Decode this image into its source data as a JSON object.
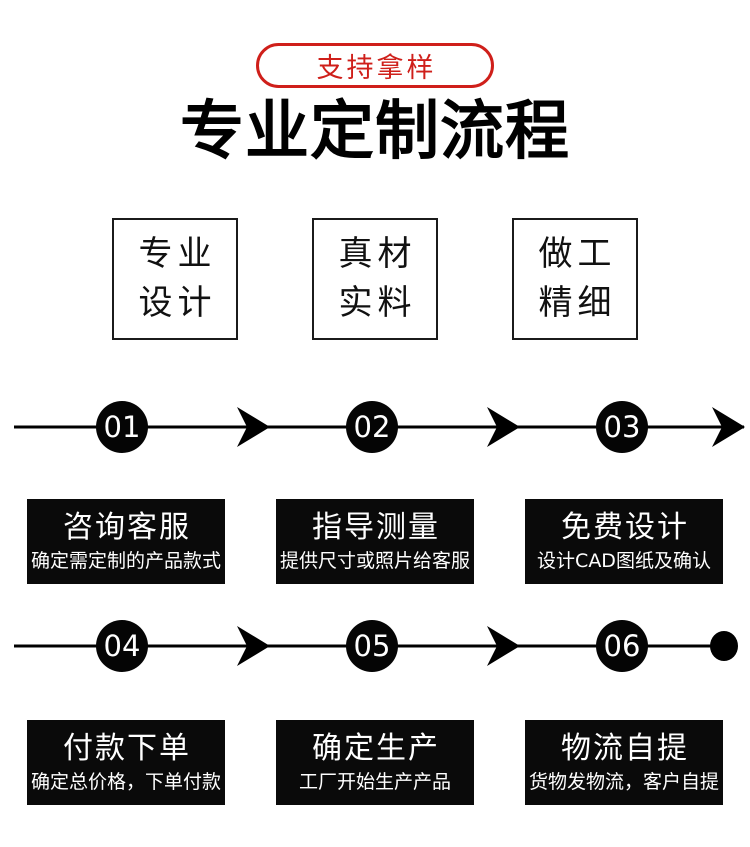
{
  "badge": {
    "label": "支持拿样"
  },
  "title": "专业定制流程",
  "features": [
    {
      "line1": "专业",
      "line2": "设计"
    },
    {
      "line1": "真材",
      "line2": "实料"
    },
    {
      "line1": "做工",
      "line2": "精细"
    }
  ],
  "steps": [
    {
      "number": "01",
      "title": "咨询客服",
      "desc": "确定需定制的产品款式"
    },
    {
      "number": "02",
      "title": "指导测量",
      "desc": "提供尺寸或照片给客服"
    },
    {
      "number": "03",
      "title": "免费设计",
      "desc": "设计CAD图纸及确认"
    },
    {
      "number": "04",
      "title": "付款下单",
      "desc": "确定总价格，下单付款"
    },
    {
      "number": "05",
      "title": "确定生产",
      "desc": "工厂开始生产产品"
    },
    {
      "number": "06",
      "title": "物流自提",
      "desc": "货物发物流，客户自提"
    }
  ],
  "icons": {
    "arrow": "arrow-right-icon",
    "end_dot": "dot-icon"
  },
  "colors": {
    "accent_red": "#cf1f1a",
    "step_black": "#0a0a0a",
    "line_black": "#000000"
  }
}
